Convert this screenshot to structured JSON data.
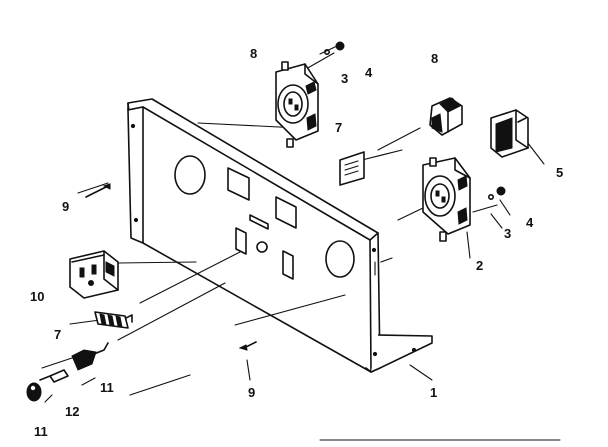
{
  "callouts": {
    "c8a": "8",
    "c3a": "3",
    "c4a": "4",
    "c8b": "8",
    "c5": "5",
    "c7a": "7",
    "c9a": "9",
    "c4b": "4",
    "c3b": "3",
    "c2": "2",
    "c10": "10",
    "c7b": "7",
    "c11a": "11",
    "c12": "12",
    "c11b": "11",
    "c9b": "9",
    "c1": "1"
  }
}
